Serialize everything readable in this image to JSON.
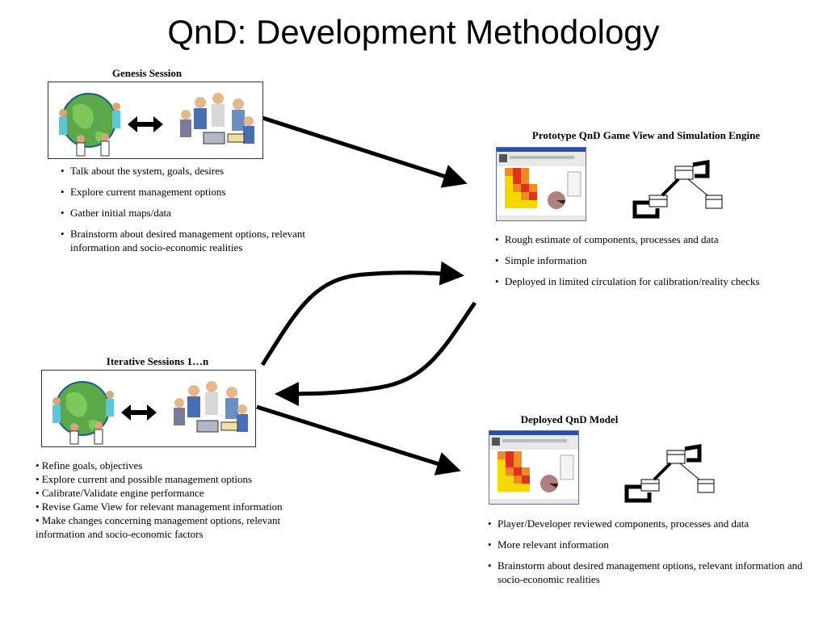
{
  "title": "QnD: Development Methodology",
  "genesis": {
    "heading": "Genesis Session",
    "bullets": [
      "Talk about the system, goals, desires",
      "Explore current management options",
      "Gather initial maps/data",
      "Brainstorm about desired management options, relevant information and socio-economic realities"
    ]
  },
  "iterative": {
    "heading": "Iterative Sessions 1…n",
    "lines": [
      "• Refine goals, objectives",
      "• Explore current and possible management options",
      "• Calibrate/Validate engine performance",
      "• Revise Game View for relevant management information",
      "• Make changes concerning management options, relevant information and socio-economic factors"
    ]
  },
  "prototype": {
    "heading": "Prototype QnD Game View and Simulation Engine",
    "bullets": [
      "Rough estimate of components, processes and data",
      "Simple information",
      "Deployed in limited circulation for calibration/reality checks"
    ]
  },
  "deployed": {
    "heading": "Deployed QnD Model",
    "bullets": [
      "Player/Developer reviewed components, processes and data",
      "More relevant information",
      "Brainstorm about desired management options, relevant information and socio-economic realities"
    ]
  },
  "colors": {
    "arrow": "#000000",
    "map_red": "#e0301e",
    "map_orange": "#f08a24",
    "map_yellow": "#f5d800",
    "pie": "#b08080",
    "window_title": "#2a4fa8"
  }
}
